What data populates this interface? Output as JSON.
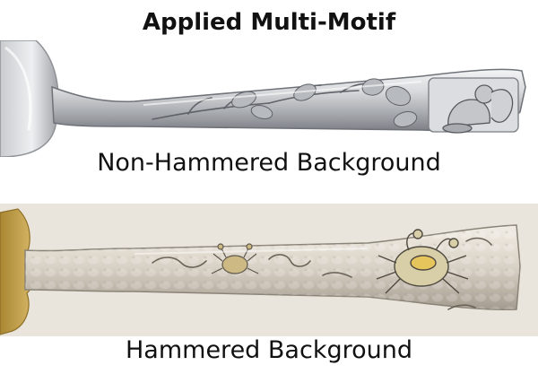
{
  "captions": {
    "top": "Applied Multi-Motif",
    "middle": "Non-Hammered Background",
    "bottom": "Hammered Background"
  },
  "photos": {
    "top": {
      "subject": "polished-silver-spoon-handle",
      "finish": "non-hammered",
      "colors": {
        "silver_light": "#e8e8ea",
        "silver_dark": "#8a8d92",
        "background": "#ffffff"
      }
    },
    "bottom": {
      "subject": "hammered-silver-spoon-handle-with-crabs",
      "finish": "hammered",
      "colors": {
        "silver_light": "#e4ddd2",
        "silver_dark": "#9a9386",
        "gilt": "#c8a24a",
        "background": "#e9e4dc"
      }
    }
  }
}
